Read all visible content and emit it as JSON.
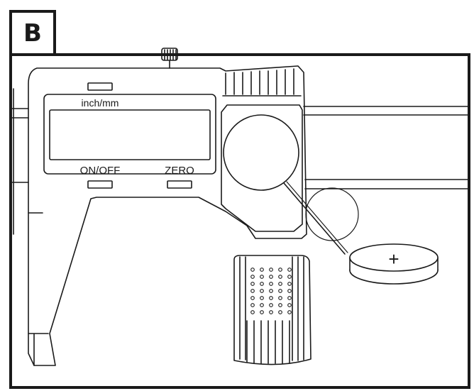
{
  "figure": {
    "badge": "B",
    "display": {
      "unit_label": "inch/mm",
      "power_label": "ON/OFF",
      "zero_label": "ZERO"
    },
    "battery": {
      "polarity": "+"
    }
  },
  "colors": {
    "line": "#1a1a1a",
    "background": "#ffffff"
  }
}
